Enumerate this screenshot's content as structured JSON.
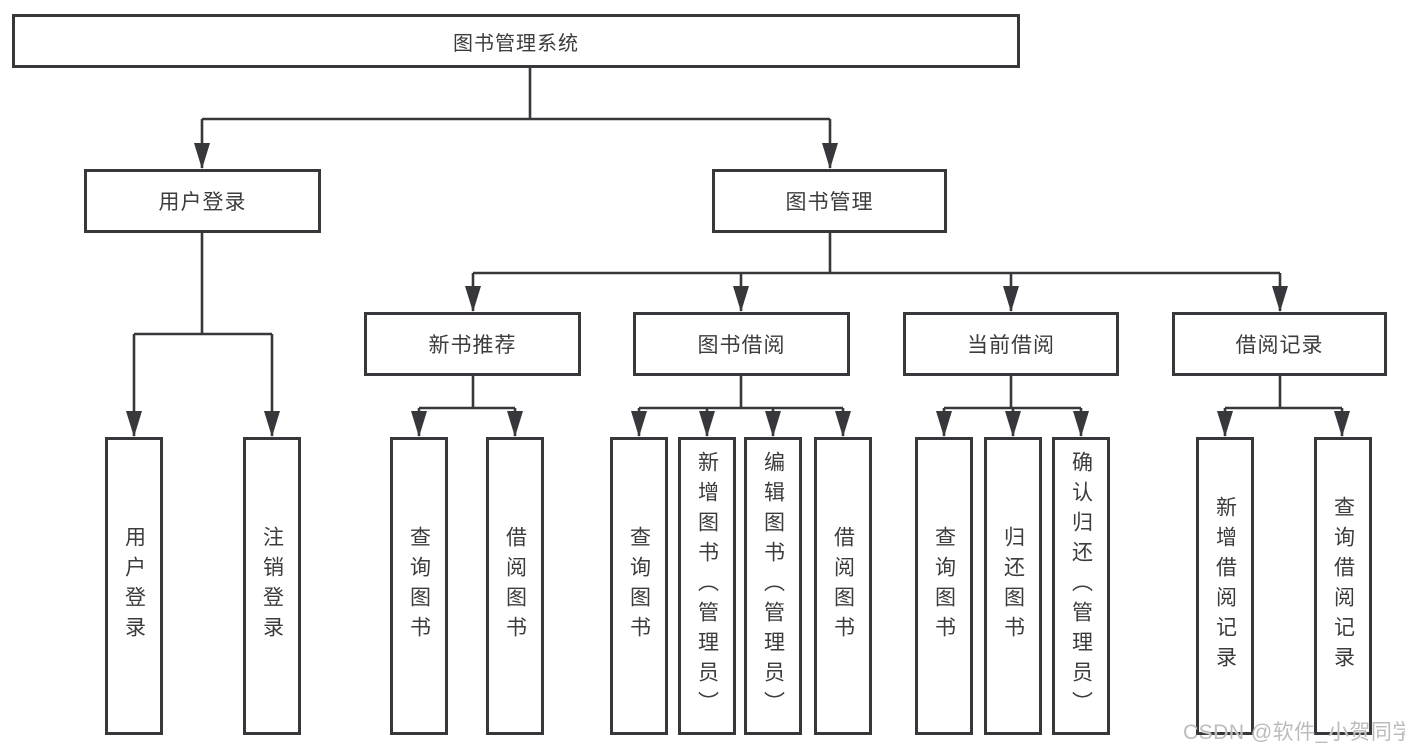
{
  "org": {
    "root": "图书管理系统",
    "login_branch": {
      "label": "用户登录",
      "children": [
        "用户登录",
        "注销登录"
      ]
    },
    "mgmt_branch": {
      "label": "图书管理",
      "groups": [
        {
          "label": "新书推荐",
          "children": [
            "查询图书",
            "借阅图书"
          ]
        },
        {
          "label": "图书借阅",
          "children": [
            "查询图书",
            "新增图书（管理员）",
            "编辑图书（管理员）",
            "借阅图书"
          ]
        },
        {
          "label": "当前借阅",
          "children": [
            "查询图书",
            "归还图书",
            "确认归还（管理员）"
          ]
        },
        {
          "label": "借阅记录",
          "children": [
            "新增借阅记录",
            "查询借阅记录"
          ]
        }
      ]
    }
  },
  "watermark": {
    "text": "CSDN @软件_小贺同学"
  },
  "colors": {
    "line": "#36383c",
    "text": "#3c3c3c",
    "background": "#ffffff",
    "watermark": "#bcbcbc"
  }
}
